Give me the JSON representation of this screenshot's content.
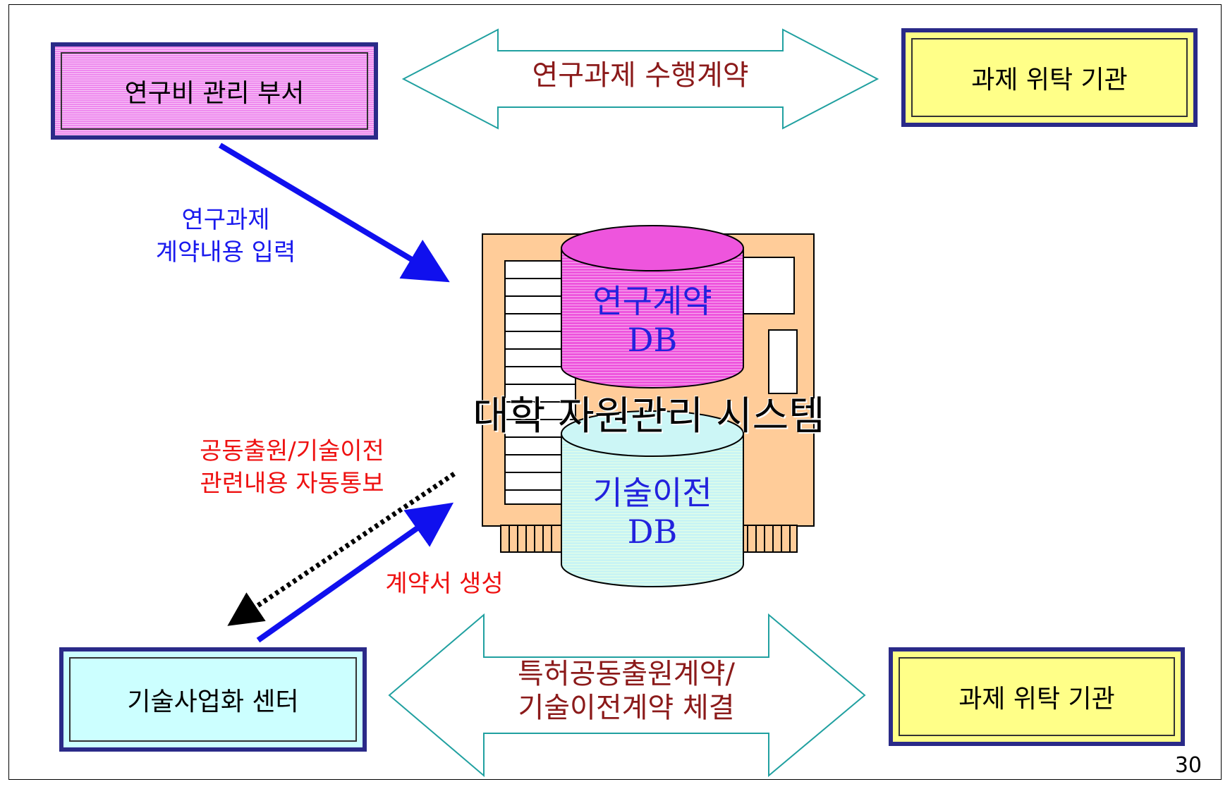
{
  "boxes": {
    "research_budget_dept": "연구비 관리 부서",
    "commissioning_org_top": "과제 위탁 기관",
    "tech_commercialization_center": "기술사업화 센터",
    "commissioning_org_bottom": "과제 위탁 기관"
  },
  "arrows": {
    "top_double_arrow": "연구과제 수행계약",
    "bottom_double_arrow_line1": "특허공동출원계약/",
    "bottom_double_arrow_line2": "기술이전계약 체결",
    "input_arrow_line1": "연구과제",
    "input_arrow_line2": "계약내용 입력",
    "notify_arrow_line1": "공동출원/기술이전",
    "notify_arrow_line2": "관련내용 자동통보",
    "generate_arrow": "계약서 생성"
  },
  "system": {
    "title": "대학 자원관리 시스템",
    "db_top_line1": "연구계약",
    "db_top_line2": "DB",
    "db_bottom_line1": "기술이전",
    "db_bottom_line2": "DB"
  },
  "colors": {
    "pink_box": "#ee88ee",
    "yellow_box": "#ffff88",
    "cyan_box": "#ccffff",
    "box_border": "#2a2a88",
    "arrow_outline": "#20a0a0",
    "arrow_text": "#8b1a1a",
    "blue_arrow": "#1010ee",
    "red_text": "#ee1111",
    "blue_text": "#1a1aee",
    "server_body": "#ffcc99"
  },
  "page_number": "30"
}
